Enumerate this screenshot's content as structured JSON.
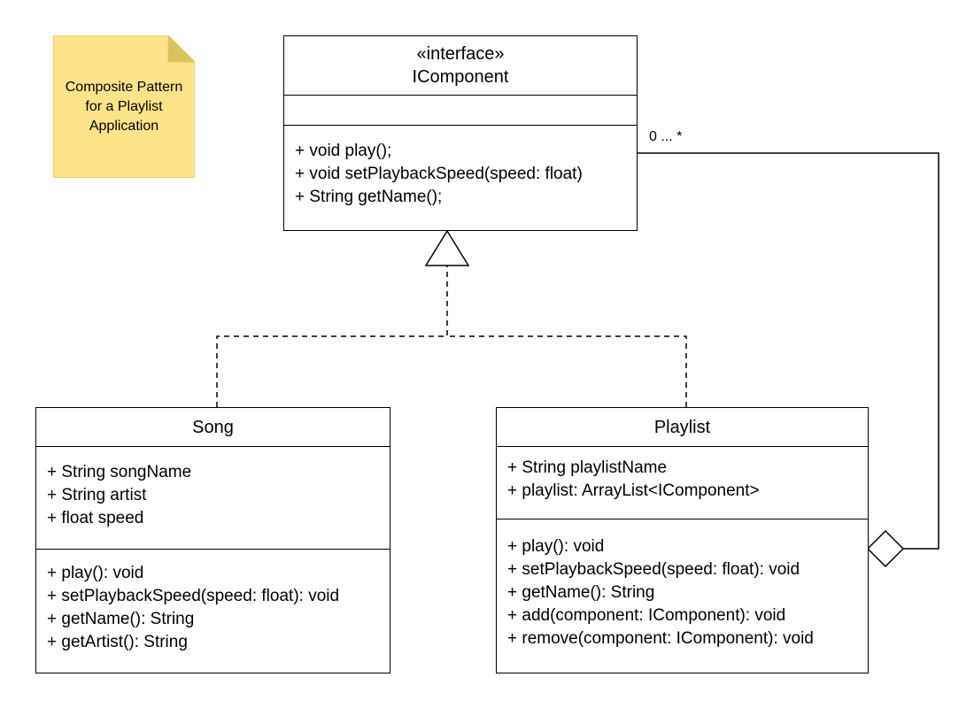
{
  "note": {
    "text": "Composite Pattern\nfor a Playlist\nApplication",
    "fill": "#fce38a",
    "fold_fill": "#d9c260",
    "border": "#e6c84a"
  },
  "classes": {
    "icomponent": {
      "stereotype": "«interface»",
      "name": "IComponent",
      "attributes": [],
      "operations": [
        "+ void play();",
        "+ void setPlaybackSpeed(speed: float)",
        "+ String getName();"
      ]
    },
    "song": {
      "name": "Song",
      "attributes": [
        "+ String songName",
        "+ String artist",
        "+ float speed"
      ],
      "operations": [
        "+ play(): void",
        "+ setPlaybackSpeed(speed: float): void",
        "+ getName(): String",
        "+ getArtist(): String"
      ]
    },
    "playlist": {
      "name": "Playlist",
      "attributes": [
        "+ String playlistName",
        "+ playlist: ArrayList<IComponent>"
      ],
      "operations": [
        "+ play(): void",
        "+ setPlaybackSpeed(speed: float): void",
        "+ getName(): String",
        "+ add(component: IComponent): void",
        "+ remove(component: IComponent): void"
      ]
    }
  },
  "relationships": {
    "aggregation_multiplicity": "0 ... *"
  }
}
